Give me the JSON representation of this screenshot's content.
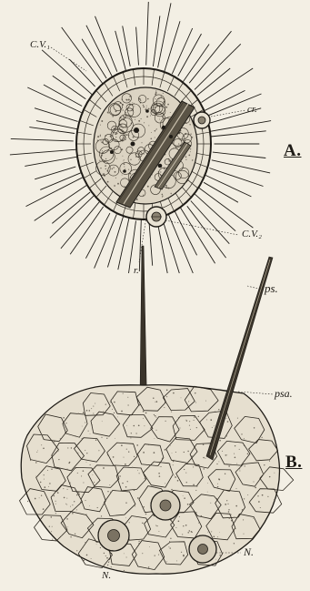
{
  "figure": {
    "panel_labels": {
      "a": "A.",
      "b": "B."
    },
    "annotations": {
      "cv1": "C.V.₁",
      "cr": "cr.",
      "cv2": "C.V.₂",
      "r": "r.",
      "ps": "ps.",
      "psa": "psa.",
      "n_left": "N.",
      "n_right": "N."
    },
    "colors": {
      "paper": "#f3efe4",
      "ink": "#1e1b16",
      "stipple": "#6d665a"
    }
  }
}
